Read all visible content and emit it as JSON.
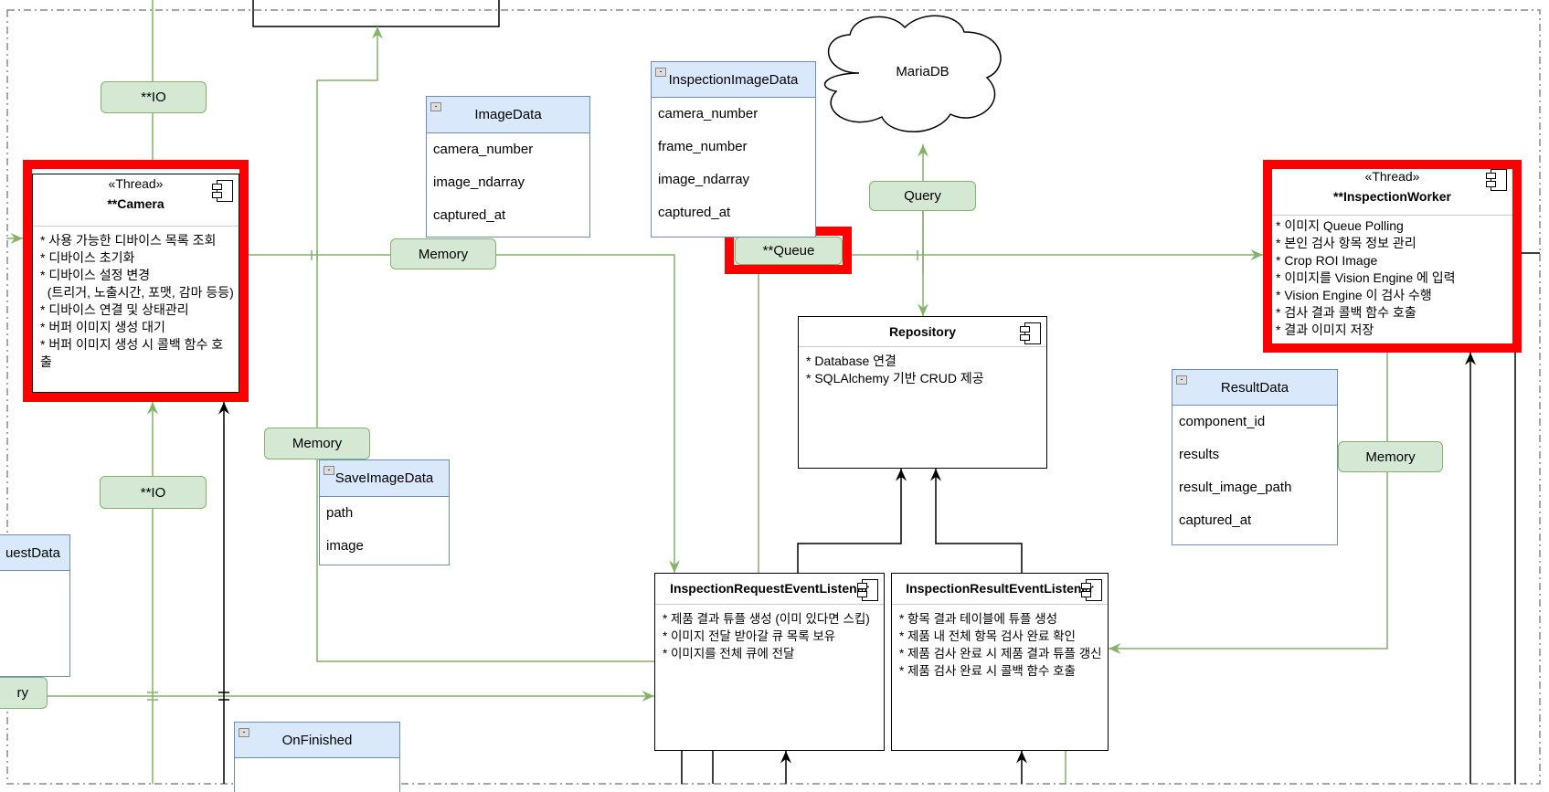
{
  "io_label": "**IO",
  "memory_label": "Memory",
  "query_label": "Query",
  "queue_label": "**Queue",
  "database": "MariaDB",
  "partial_memory_label": "ry",
  "camera": {
    "stereotype": "«Thread»",
    "name": "**Camera",
    "items": [
      "* 사용 가능한 디바이스 목록 조회",
      "* 디바이스 초기화",
      "* 디바이스 설정 변경",
      "  (트리거, 노출시간, 포맷, 감마 등등)",
      "* 디바이스 연결 및 상태관리",
      "* 버퍼 이미지 생성 대기",
      "* 버퍼 이미지 생성 시 콜백 함수 호출"
    ]
  },
  "worker": {
    "stereotype": "«Thread»",
    "name": "**InspectionWorker",
    "items": [
      "* 이미지  Queue Polling",
      "* 본인 검사 항목 정보 관리",
      "* Crop ROI Image",
      "* 이미지를 Vision Engine 에 입력",
      "* Vision Engine 이 검사 수행",
      "* 검사 결과 콜백 함수 호출",
      "* 결과 이미지 저장"
    ]
  },
  "repository": {
    "name": "Repository",
    "items": [
      "* Database 연결",
      "* SQLAlchemy 기반 CRUD 제공"
    ]
  },
  "request_listener": {
    "name": "InspectionRequestEventListener",
    "items": [
      "* 제품 결과 튜플 생성 (이미 있다면 스킵)",
      "* 이미지 전달 받아갈 큐 목록 보유",
      "* 이미지를 전체 큐에 전달"
    ]
  },
  "result_listener": {
    "name": "InspectionResultEventListener",
    "items": [
      "* 항목 결과 테이블에 튜플 생성",
      "* 제품 내 전체 항목 검사 완료 확인",
      "* 제품 검사 완료 시 제품 결과 튜플 갱신",
      "* 제품 검사 완료 시 콜백 함수 호출"
    ]
  },
  "image_data": {
    "name": "ImageData",
    "fields": [
      "camera_number",
      "image_ndarray",
      "captured_at"
    ]
  },
  "inspection_image_data": {
    "name": "InspectionImageData",
    "fields": [
      "camera_number",
      "frame_number",
      "image_ndarray",
      "captured_at"
    ]
  },
  "result_data": {
    "name": "ResultData",
    "fields": [
      "component_id",
      "results",
      "result_image_path",
      "captured_at"
    ]
  },
  "save_image_data": {
    "name": "SaveImageData",
    "fields": [
      "path",
      "image"
    ]
  },
  "request_data_partial": {
    "name": "uestData"
  },
  "on_finished": {
    "name": "OnFinished"
  },
  "colors": {
    "highlight": "#ff0000",
    "green_fill": "#d5e8d4",
    "green_line": "#82b366",
    "class_fill": "#dae8fc",
    "class_line": "#6c8ebf"
  }
}
